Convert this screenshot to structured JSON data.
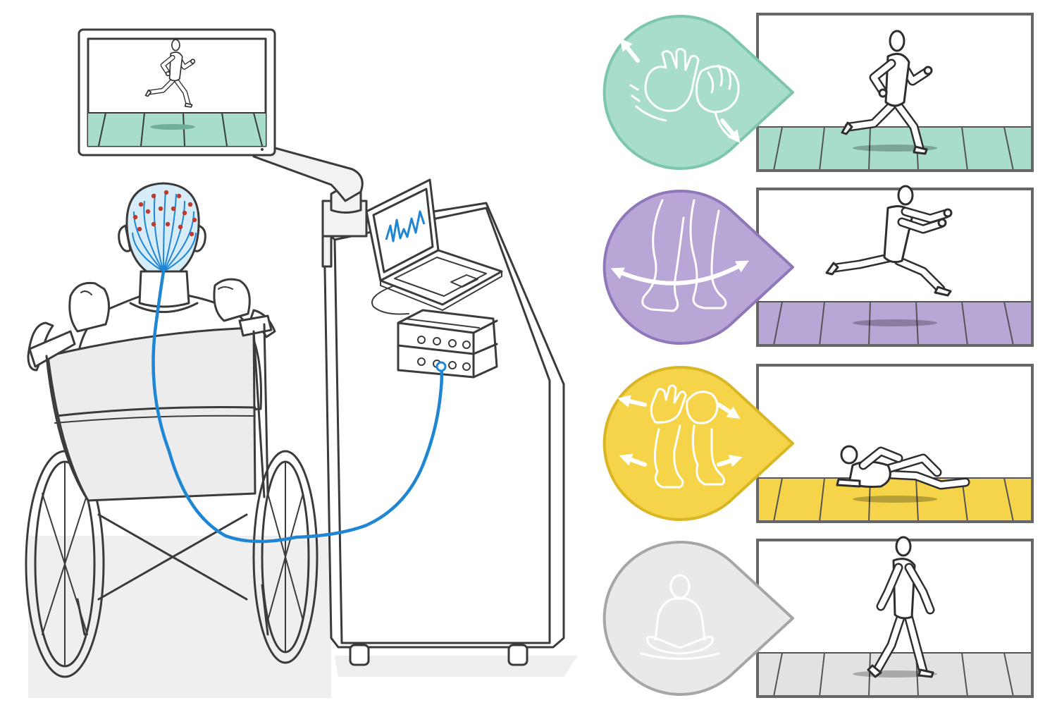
{
  "colors": {
    "outline": "#3b3b3b",
    "cable": "#1f86d4",
    "electrode": "#c0392b",
    "panel_border": "#666666",
    "hands": {
      "fill": "#a7ddc9",
      "stroke": "#7cc6ab",
      "floor": "#a7ddc9"
    },
    "legs": {
      "fill": "#b8a6d6",
      "stroke": "#8f78b9",
      "floor": "#b8a6d6"
    },
    "both": {
      "fill": "#f5d44a",
      "stroke": "#d9b623",
      "floor": "#f5d44a"
    },
    "rest": {
      "fill": "#e9e9e9",
      "stroke": "#a6a6a6",
      "floor": "#e2e2e2"
    }
  },
  "scene": {
    "items": [
      "wheelchair-user",
      "eeg-cap",
      "monitor",
      "monitor-arm",
      "desk",
      "laptop",
      "eeg-amplifier",
      "eeg-cable"
    ]
  },
  "panels": [
    {
      "id": "hands",
      "icon": "hands-icon",
      "outcome": "avatar-running"
    },
    {
      "id": "legs",
      "icon": "legs-icon",
      "outcome": "avatar-jumping"
    },
    {
      "id": "both",
      "icon": "hands-and-legs-icon",
      "outcome": "avatar-fallen"
    },
    {
      "id": "rest",
      "icon": "meditation-icon",
      "outcome": "avatar-walking"
    }
  ]
}
